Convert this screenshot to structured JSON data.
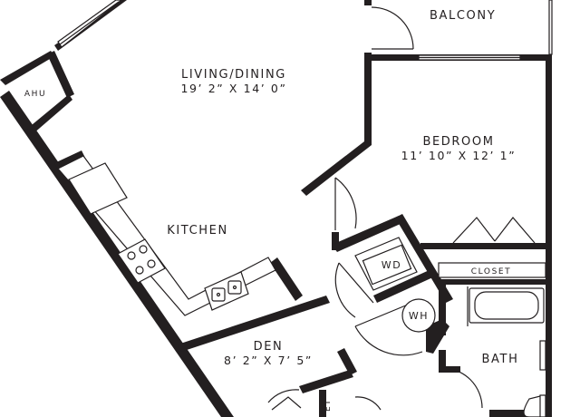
{
  "rooms": {
    "balcony": {
      "name": "BALCONY"
    },
    "living_dining": {
      "name": "LIVING/DINING",
      "size": "19’ 2” X 14’ 0”"
    },
    "bedroom": {
      "name": "BEDROOM",
      "size": "11’ 10” X 12’ 1”"
    },
    "kitchen": {
      "name": "KITCHEN"
    },
    "closet": {
      "name": "CLOSET"
    },
    "den": {
      "name": "DEN",
      "size": "8’ 2” X 7’ 5”"
    },
    "bath": {
      "name": "BATH"
    },
    "den_closet": {
      "name": "ET"
    }
  },
  "fixtures": {
    "ahu": "AHU",
    "washer_dryer": "WD",
    "water_heater": "WH"
  },
  "colors": {
    "wall": "#231f20",
    "background": "#ffffff"
  }
}
